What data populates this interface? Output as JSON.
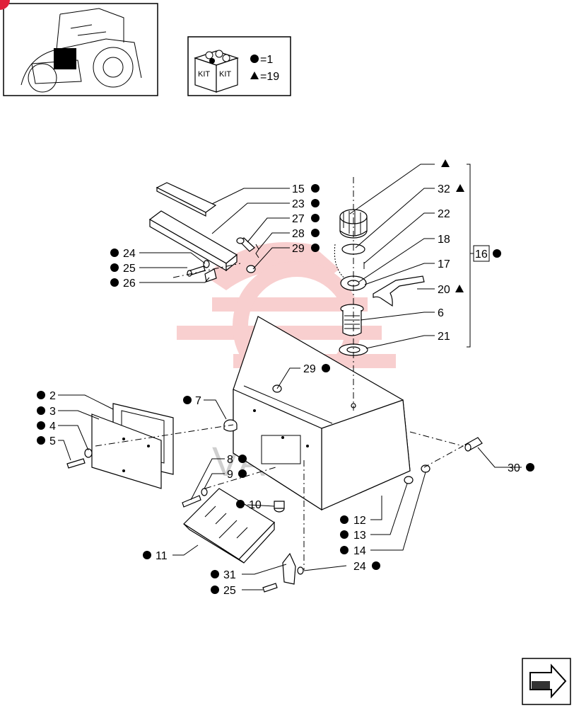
{
  "legend": {
    "kit_word_1": "KIT",
    "kit_word_2": "KIT",
    "qty_dot": "=1",
    "qty_triangle": "=19"
  },
  "watermark": {
    "text": "VAHTEX",
    "color": "#e85555"
  },
  "callouts": [
    {
      "id": "c15",
      "num": "15",
      "marker": "dot"
    },
    {
      "id": "c23",
      "num": "23",
      "marker": "dot"
    },
    {
      "id": "c27",
      "num": "27",
      "marker": "dot"
    },
    {
      "id": "c28",
      "num": "28",
      "marker": "dot"
    },
    {
      "id": "c29a",
      "num": "29",
      "marker": "dot"
    },
    {
      "id": "c24a",
      "num": "24",
      "marker": "dot"
    },
    {
      "id": "c25a",
      "num": "25",
      "marker": "dot"
    },
    {
      "id": "c26",
      "num": "26",
      "marker": "dot"
    },
    {
      "id": "ctri",
      "num": "",
      "marker": "triangle"
    },
    {
      "id": "c32",
      "num": "32",
      "marker": "triangle"
    },
    {
      "id": "c22",
      "num": "22",
      "marker": "none"
    },
    {
      "id": "c18",
      "num": "18",
      "marker": "none"
    },
    {
      "id": "c17",
      "num": "17",
      "marker": "none"
    },
    {
      "id": "c20",
      "num": "20",
      "marker": "triangle"
    },
    {
      "id": "c6",
      "num": "6",
      "marker": "none"
    },
    {
      "id": "c21",
      "num": "21",
      "marker": "none"
    },
    {
      "id": "c16",
      "num": "16",
      "marker": "dot"
    },
    {
      "id": "c29b",
      "num": "29",
      "marker": "dot"
    },
    {
      "id": "c2",
      "num": "2",
      "marker": "dot"
    },
    {
      "id": "c3",
      "num": "3",
      "marker": "dot"
    },
    {
      "id": "c4",
      "num": "4",
      "marker": "dot"
    },
    {
      "id": "c5",
      "num": "5",
      "marker": "dot"
    },
    {
      "id": "c7",
      "num": "7",
      "marker": "dot"
    },
    {
      "id": "c8",
      "num": "8",
      "marker": "dot"
    },
    {
      "id": "c9",
      "num": "9",
      "marker": "dot"
    },
    {
      "id": "c10",
      "num": "10",
      "marker": "dot"
    },
    {
      "id": "c30",
      "num": "30",
      "marker": "dot"
    },
    {
      "id": "c12",
      "num": "12",
      "marker": "dot"
    },
    {
      "id": "c13",
      "num": "13",
      "marker": "dot"
    },
    {
      "id": "c14",
      "num": "14",
      "marker": "dot"
    },
    {
      "id": "c11",
      "num": "11",
      "marker": "dot"
    },
    {
      "id": "c31",
      "num": "31",
      "marker": "dot"
    },
    {
      "id": "c24b",
      "num": "24",
      "marker": "dot"
    },
    {
      "id": "c25b",
      "num": "25",
      "marker": "dot"
    }
  ],
  "next_page_button": {
    "icon": "next-page-arrow-icon"
  }
}
